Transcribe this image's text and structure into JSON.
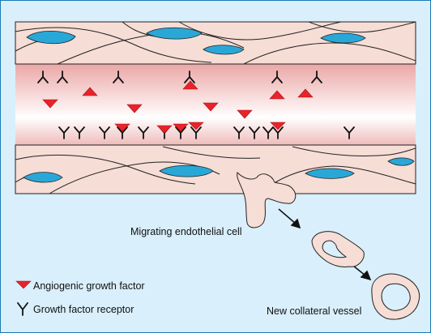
{
  "labels": {
    "migrating_cell": "Migrating endothelial cell",
    "new_vessel": "New collateral vessel"
  },
  "legend": [
    {
      "label": "Angiogenic growth factor",
      "icon": "red-triangle-icon"
    },
    {
      "label": "Growth factor receptor",
      "icon": "y-receptor-icon"
    }
  ],
  "colors": {
    "background": "#d9effb",
    "border": "#1a7ab5",
    "cell_fill": "#f6ddd5",
    "nucleus": "#29a8d8",
    "growth_factor": "#e8232a",
    "lumen_edge": "#e8a9a6"
  }
}
